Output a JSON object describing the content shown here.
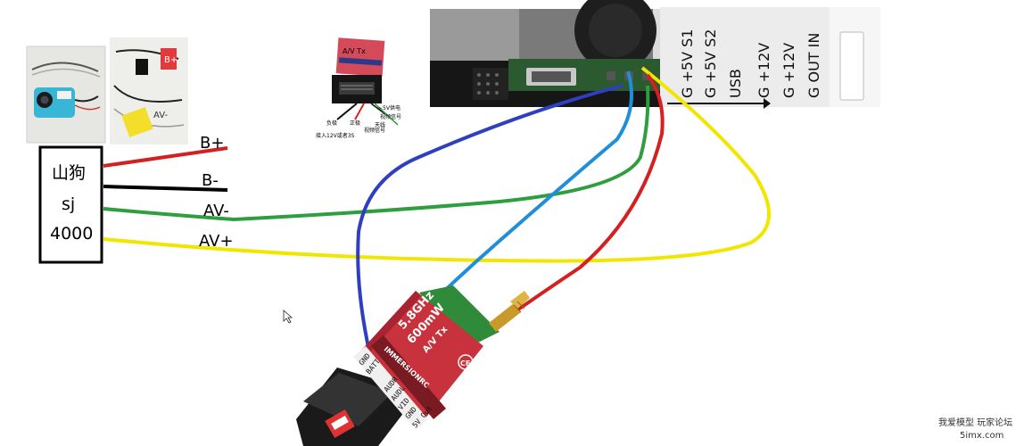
{
  "camera_box": {
    "line1": "山狗",
    "line2": "sj",
    "line3": "4000"
  },
  "wire_labels": {
    "b_plus": "B+",
    "b_minus": "B-",
    "av_minus": "AV-",
    "av_plus": "AV+"
  },
  "thumbnail": {
    "tag_b_plus": "B+",
    "tag_av_minus": "AV-"
  },
  "mini_vtx": {
    "top_label": "A/V Tx",
    "note_1": "~5V供电",
    "note_2": "视频信号",
    "note_3": "负极",
    "note_4": "正极",
    "note_5": "天线",
    "note_6": "接入12V或者3S",
    "note_7": "视频信号"
  },
  "panel": {
    "labels": [
      "G +5V S1",
      "G +5V S2",
      "USB",
      "G +12V",
      "G +12V",
      "G OUT IN"
    ]
  },
  "vtx_board": {
    "title_1": "5.8GHz",
    "title_2": "600mW",
    "title_3": "A/V Tx",
    "brand": "IMMERSIONRC",
    "pins": [
      "GND",
      "BATT",
      "AUDR",
      "AUDL",
      "VID",
      "GND",
      "5V Out"
    ]
  },
  "watermark": {
    "line1": "我爱模型 玩家论坛",
    "line2": "5imx.com"
  },
  "colors": {
    "red": "#d42020",
    "black": "#000000",
    "green": "#2e9e3e",
    "yellow": "#f2e600",
    "blue": "#2f3fbf",
    "cyan": "#1e8fd8",
    "pcb_red": "#c8323c",
    "pcb_green": "#2f8a3a"
  }
}
